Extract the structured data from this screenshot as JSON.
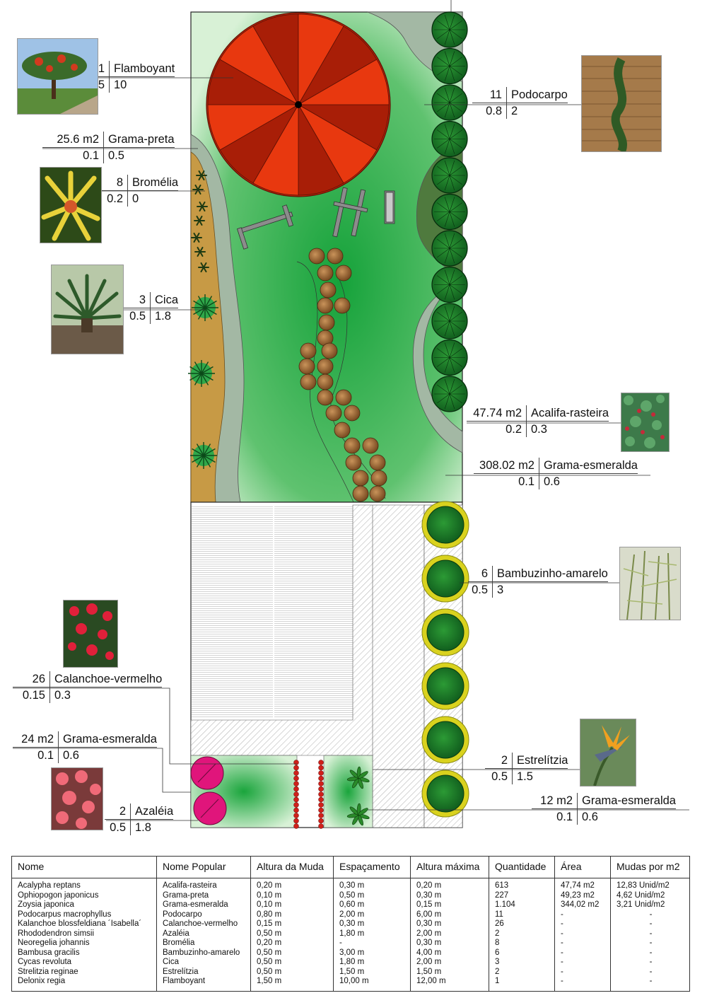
{
  "labels": [
    {
      "id": "flamboyant",
      "qty": "1",
      "name": "Flamboyant",
      "v1": "1.5",
      "v2": "10"
    },
    {
      "id": "grama-preta",
      "qty": "25.6 m2",
      "name": "Grama-preta",
      "v1": "0.1",
      "v2": "0.5"
    },
    {
      "id": "bromelia",
      "qty": "8",
      "name": "Bromélia",
      "v1": "0.2",
      "v2": "0"
    },
    {
      "id": "cica",
      "qty": "3",
      "name": "Cica",
      "v1": "0.5",
      "v2": "1.8"
    },
    {
      "id": "podocarpo",
      "qty": "11",
      "name": "Podocarpo",
      "v1": "0.8",
      "v2": "2"
    },
    {
      "id": "acalifa",
      "qty": "47.74 m2",
      "name": "Acalifa-rasteira",
      "v1": "0.2",
      "v2": "0.3"
    },
    {
      "id": "grama-esmeralda-main",
      "qty": "308.02 m2",
      "name": "Grama-esmeralda",
      "v1": "0.1",
      "v2": "0.6"
    },
    {
      "id": "bambuzinho",
      "qty": "6",
      "name": "Bambuzinho-amarelo",
      "v1": "0.5",
      "v2": "3"
    },
    {
      "id": "calanchoe",
      "qty": "26",
      "name": "Calanchoe-vermelho",
      "v1": "0.15",
      "v2": "0.3"
    },
    {
      "id": "grama-esmeralda-left",
      "qty": "24 m2",
      "name": "Grama-esmeralda",
      "v1": "0.1",
      "v2": "0.6"
    },
    {
      "id": "azaleia",
      "qty": "2",
      "name": "Azaléia",
      "v1": "0.5",
      "v2": "1.8"
    },
    {
      "id": "estrelitzia",
      "qty": "2",
      "name": "Estrelítzia",
      "v1": "0.5",
      "v2": "1.5"
    },
    {
      "id": "grama-esmeralda-right",
      "qty": "12 m2",
      "name": "Grama-esmeralda",
      "v1": "0.1",
      "v2": "0.6"
    }
  ],
  "table": {
    "headers": [
      "Nome",
      "Nome Popular",
      "Altura da Muda",
      "Espaçamento",
      "Altura máxima",
      "Quantidade",
      "Área",
      "Mudas por m2"
    ],
    "rows": [
      [
        "Acalypha reptans",
        "Acalifa-rasteira",
        "0,20 m",
        "0,30 m",
        "0,20 m",
        "613",
        "47,74 m2",
        "12,83 Unid/m2"
      ],
      [
        "Ophiopogon japonicus",
        "Grama-preta",
        "0,10 m",
        "0,50 m",
        "0,30 m",
        "227",
        "49,23 m2",
        "4,62 Unid/m2"
      ],
      [
        "Zoysia japonica",
        "Grama-esmeralda",
        "0,10 m",
        "0,60 m",
        "0,15 m",
        "1.104",
        "344,02 m2",
        "3,21 Unid/m2"
      ],
      [
        "Podocarpus macrophyllus",
        "Podocarpo",
        "0,80 m",
        "2,00 m",
        "6,00 m",
        "11",
        "-",
        "-"
      ],
      [
        "Kalanchoe blossfeldiana ´Isabella´",
        "Calanchoe-vermelho",
        "0,15 m",
        "0,30 m",
        "0,30 m",
        "26",
        "-",
        "-"
      ],
      [
        "Rhododendron simsii",
        "Azaléia",
        "0,50 m",
        "1,80 m",
        "2,00 m",
        "2",
        "-",
        "-"
      ],
      [
        "Neoregelia johannis",
        "Bromélia",
        "0,20 m",
        "-",
        "0,30 m",
        "8",
        "-",
        "-"
      ],
      [
        "Bambusa gracilis",
        "Bambuzinho-amarelo",
        "0,50 m",
        "3,00 m",
        "4,00 m",
        "6",
        "-",
        "-"
      ],
      [
        "Cycas revoluta",
        "Cica",
        "0,50 m",
        "1,80 m",
        "2,00 m",
        "3",
        "-",
        "-"
      ],
      [
        "Strelitzia reginae",
        "Estrelítzia",
        "0,50 m",
        "1,50 m",
        "1,50 m",
        "2",
        "-",
        "-"
      ],
      [
        "Delonix regia",
        "Flamboyant",
        "1,50 m",
        "10,00 m",
        "12,00 m",
        "1",
        "-",
        "-"
      ]
    ]
  },
  "colors": {
    "lawn_light": "#d8f1d6",
    "lawn_dark": "#1f9a3c",
    "tree_red": "#cf2a0a",
    "tree_red_dark": "#8a1a06",
    "shrub_green": "#1d7a2a",
    "bamboo_yellow": "#d9d21e",
    "azalea_pink": "#e0157b",
    "gravel": "#c79a45",
    "grama_preta": "#8fa891",
    "path_brown": "#8b5a2b"
  }
}
